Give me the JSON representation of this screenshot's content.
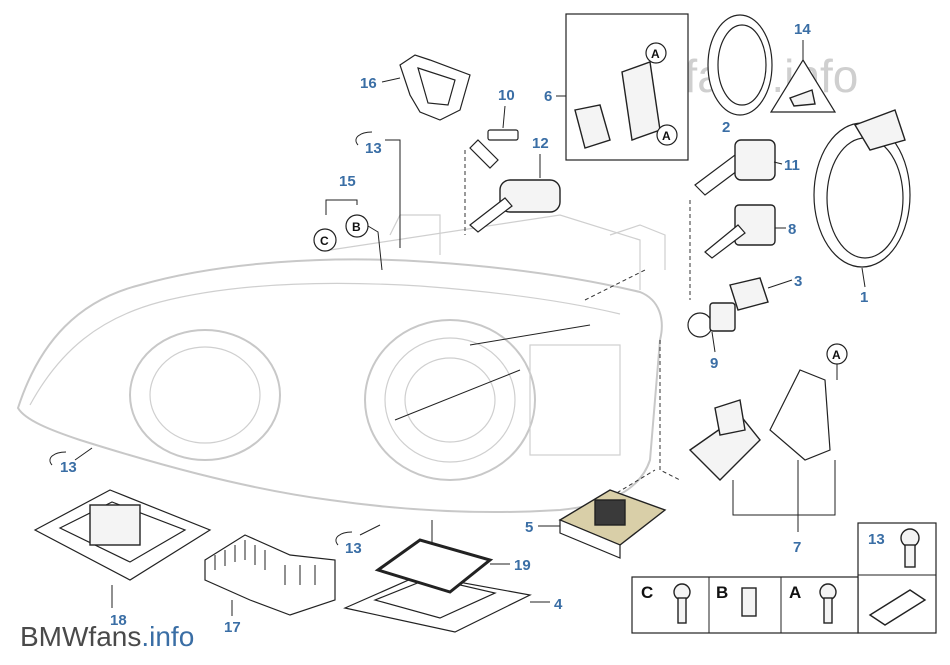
{
  "watermark": {
    "top": "BMWfans.info",
    "bottom_brand": "BMWfans",
    "bottom_suffix": ".info"
  },
  "callouts": {
    "c1": "1",
    "c2": "2",
    "c3": "3",
    "c4": "4",
    "c5": "5",
    "c6": "6",
    "c7": "7",
    "c8": "8",
    "c9": "9",
    "c10": "10",
    "c11": "11",
    "c12": "12",
    "c13a": "13",
    "c13b": "13",
    "c13c": "13",
    "c13d": "13",
    "c14": "14",
    "c15": "15",
    "c16": "16",
    "c17": "17",
    "c18": "18",
    "c19": "19"
  },
  "badges": {
    "a_top1": "A",
    "a_top2": "A",
    "a_right": "A",
    "b": "B",
    "c": "C"
  },
  "legend": {
    "c_label": "C",
    "b_label": "B",
    "a_label": "A",
    "screw_label": "13"
  }
}
